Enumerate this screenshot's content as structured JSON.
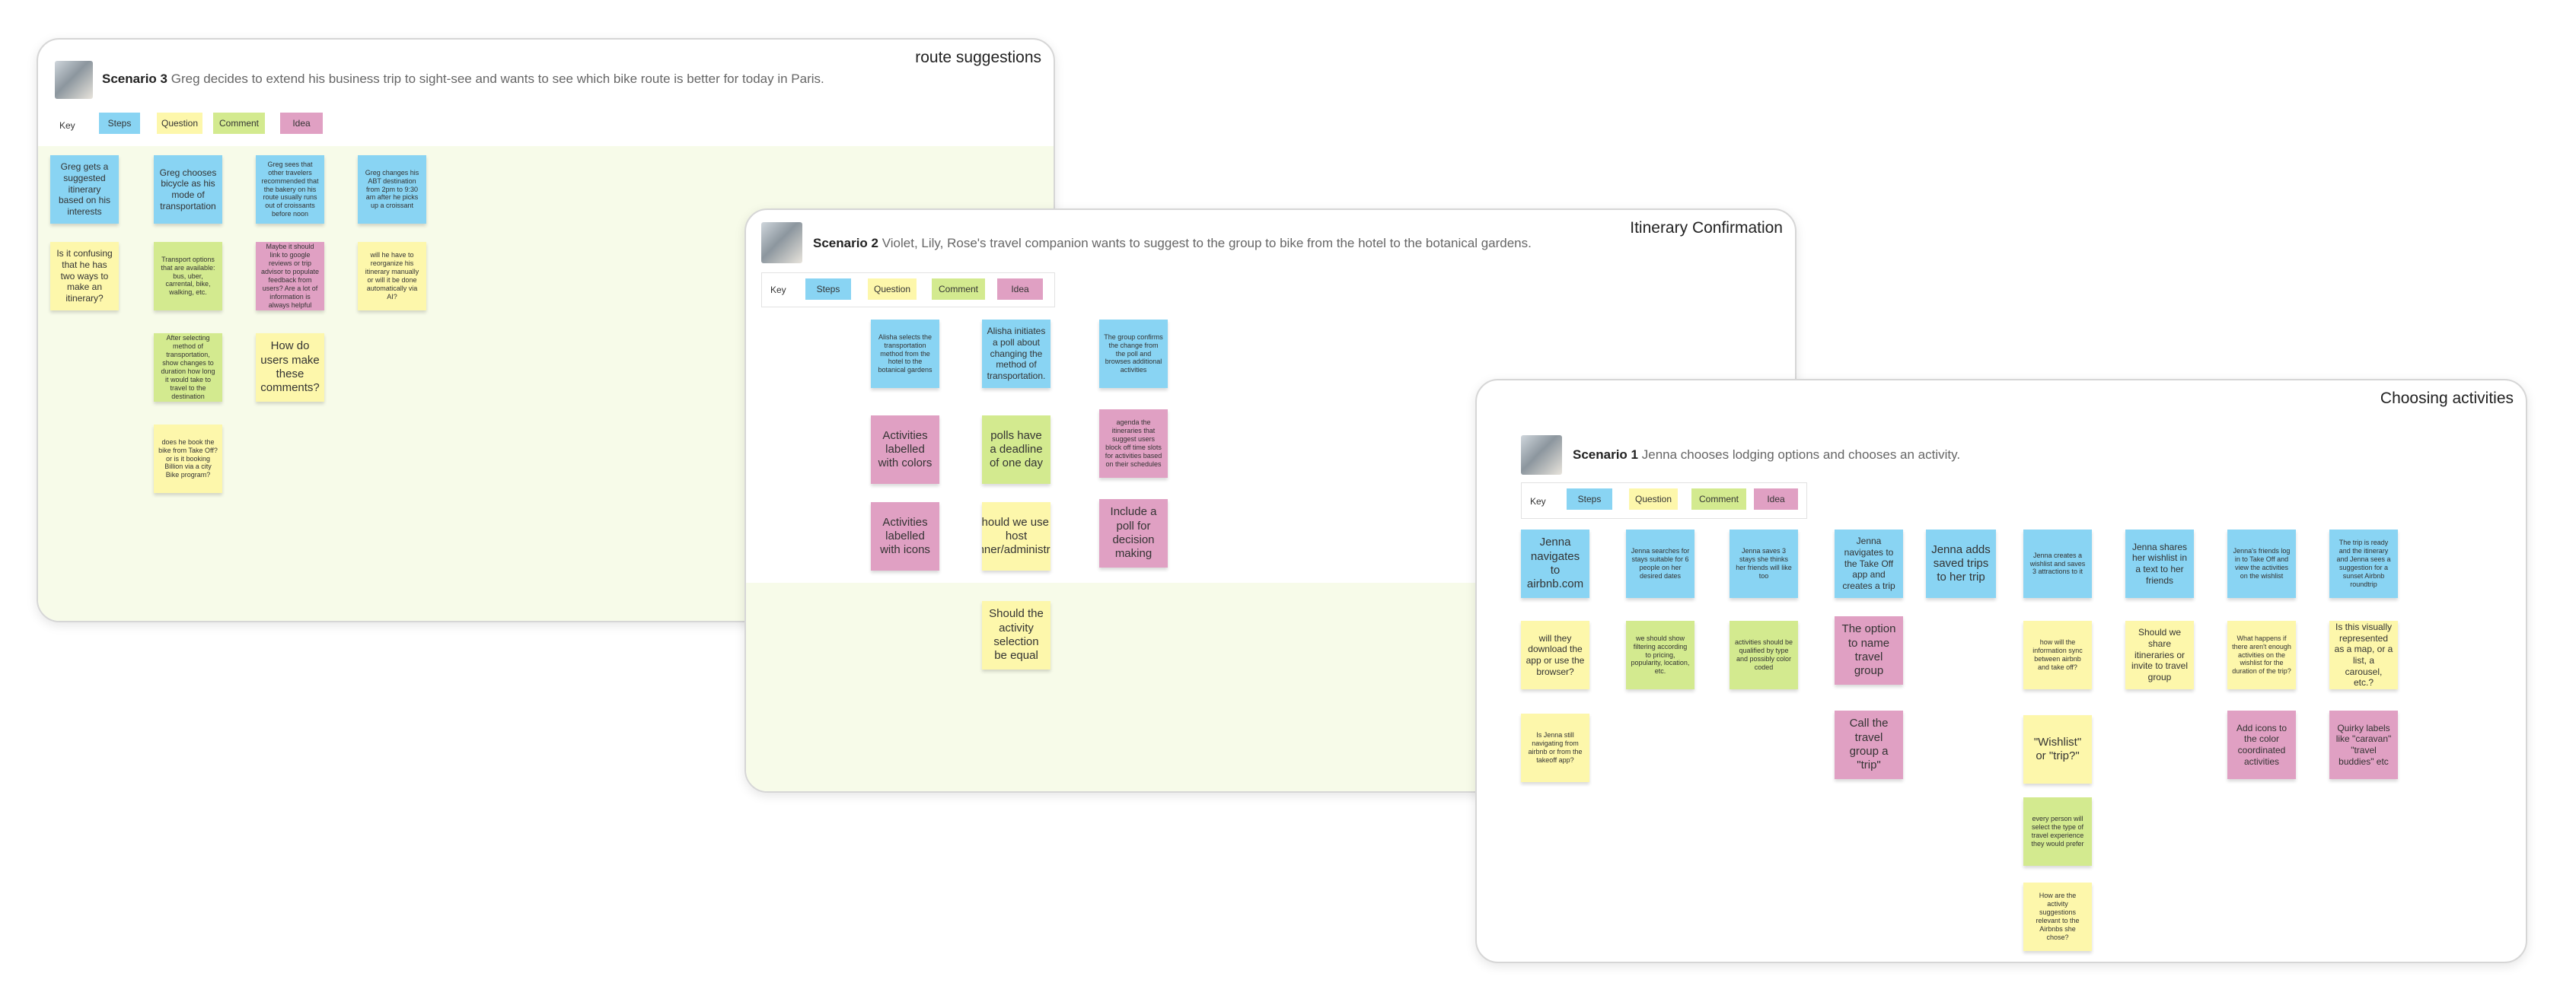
{
  "key": {
    "label": "Key",
    "steps": "Steps",
    "question": "Question",
    "comment": "Comment",
    "idea": "Idea"
  },
  "colors": {
    "steps": "#89d4f3",
    "question": "#fdf7ab",
    "comment": "#d3ea8f",
    "idea": "#e0a0c3"
  },
  "board3": {
    "title": "route suggestions",
    "scenario_label": "Scenario 3",
    "scenario_text": "Greg decides to extend his business trip to sight-see and wants to see which bike route is better for today in Paris.",
    "notes": [
      "Greg gets a suggested itinerary based on his interests",
      "Greg chooses bicycle as his mode of transportation",
      "Greg sees that other travelers recommended that the bakery on his route usually runs out of croissants before noon",
      "Greg changes his ABT destination from 2pm to 9:30 am after he picks up a croissant",
      "Is it confusing that he has two ways to make an itinerary?",
      "Transport options that are available: bus, uber, carrental, bike, walking, etc.",
      "Maybe it should link to google reviews or trip advisor to populate feedback from users? Are a lot of information is always helpful",
      "will he have to reorganize his itinerary manually or will it be done automatically via AI?",
      "After selecting method of transportation, show changes to duration how long it would take to travel to the destination",
      "How do users make these comments?",
      "does he book the bike from Take Off? or is it booking Billion via a city Bike program?"
    ]
  },
  "board2": {
    "title": "Itinerary Confirmation",
    "scenario_label": "Scenario 2",
    "scenario_text": "Violet, Lily, Rose's travel companion wants to suggest to the group to bike from the hotel to the botanical gardens.",
    "notes": [
      "Alisha selects the transportation method from the hotel to the botanical gardens",
      "Alisha initiates a poll about changing the method of transportation.",
      "The group confirms the change from the poll and browses additional activities",
      "Activities labelled with colors",
      "polls have a deadline of one day",
      "agenda the itineraries that suggest users block off time slots for activities based on their schedules",
      "Activities labelled with icons",
      "Should we use a host planner/administrator",
      "Include a poll for decision making",
      "Should the activity selection be equal"
    ]
  },
  "board1": {
    "title": "Choosing activities",
    "scenario_label": "Scenario 1",
    "scenario_text": "Jenna chooses lodging options and chooses an activity.",
    "notes": [
      "Jenna navigates to airbnb.com",
      "Jenna searches for stays suitable for 6 people on her desired dates",
      "Jenna saves 3 stays she thinks her friends will like too",
      "Jenna navigates to the Take Off app and creates a trip",
      "Jenna adds saved trips to her trip",
      "Jenna creates a wishlist and saves 3 attractions to it",
      "Jenna shares her wishlist in a text to her friends",
      "Jenna's friends log in to Take Off and view the activities on the wishlist",
      "The trip is ready and the itinerary and Jenna sees a suggestion for a sunset Airbnb roundtrip",
      "will they download the app or use the browser?",
      "we should show filtering according to pricing, popularity, location, etc.",
      "activities should be qualified by type and possibly color coded",
      "The option to name travel group",
      "how will the information sync between airbnb and take off?",
      "Should we share itineraries or invite to travel group",
      "What happens if there aren't enough activities on the wishlist for the duration of the trip?",
      "Is this visually represented as a map, or a list, a carousel, etc.?",
      "Is Jenna still navigating from airbnb or from the takeoff app?",
      "Call the travel group a \"trip\"",
      "\"Wishlist\" or \"trip?\"",
      "Add icons to the color coordinated activities",
      "Quirky labels like \"caravan\" \"travel buddies\" etc",
      "every person will select the type of travel experience they would prefer",
      "How are the activity suggestions relevant to the Airbnbs she chose?"
    ]
  }
}
